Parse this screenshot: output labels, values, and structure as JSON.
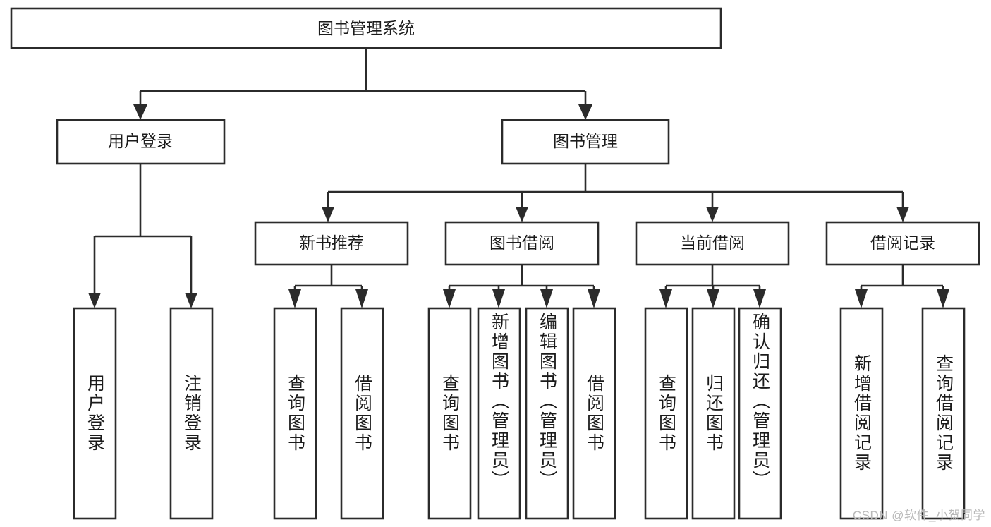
{
  "diagram": {
    "type": "tree-hierarchy",
    "title": "图书管理系统",
    "root": {
      "label": "图书管理系统",
      "orientation": "horizontal"
    },
    "level1": [
      {
        "label": "用户登录",
        "orientation": "horizontal"
      },
      {
        "label": "图书管理",
        "orientation": "horizontal"
      }
    ],
    "level2": [
      {
        "label": "新书推荐",
        "orientation": "horizontal",
        "parent": "图书管理"
      },
      {
        "label": "图书借阅",
        "orientation": "horizontal",
        "parent": "图书管理"
      },
      {
        "label": "当前借阅",
        "orientation": "horizontal",
        "parent": "图书管理"
      },
      {
        "label": "借阅记录",
        "orientation": "horizontal",
        "parent": "图书管理"
      }
    ],
    "leaves": [
      {
        "label": "用户登录",
        "orientation": "vertical",
        "parent": "用户登录"
      },
      {
        "label": "注销登录",
        "orientation": "vertical",
        "parent": "用户登录"
      },
      {
        "label": "查询图书",
        "orientation": "vertical",
        "parent": "新书推荐"
      },
      {
        "label": "借阅图书",
        "orientation": "vertical",
        "parent": "新书推荐"
      },
      {
        "label": "查询图书",
        "orientation": "vertical",
        "parent": "图书借阅"
      },
      {
        "label": "新增图书（管理员）",
        "orientation": "vertical",
        "parent": "图书借阅"
      },
      {
        "label": "编辑图书（管理员）",
        "orientation": "vertical",
        "parent": "图书借阅"
      },
      {
        "label": "借阅图书",
        "orientation": "vertical",
        "parent": "图书借阅"
      },
      {
        "label": "查询图书",
        "orientation": "vertical",
        "parent": "当前借阅"
      },
      {
        "label": "归还图书",
        "orientation": "vertical",
        "parent": "当前借阅"
      },
      {
        "label": "确认归还（管理员）",
        "orientation": "vertical",
        "parent": "当前借阅"
      },
      {
        "label": "新增借阅记录",
        "orientation": "vertical",
        "parent": "借阅记录"
      },
      {
        "label": "查询借阅记录",
        "orientation": "vertical",
        "parent": "借阅记录"
      }
    ],
    "colors": {
      "box_stroke": "#2b2b2b",
      "box_fill": "#ffffff",
      "connector": "#2b2b2b",
      "text": "#1b1b1b",
      "background": "#ffffff",
      "watermark": "#b9b9b9"
    },
    "watermark": "CSDN @软件_小贺同学"
  }
}
